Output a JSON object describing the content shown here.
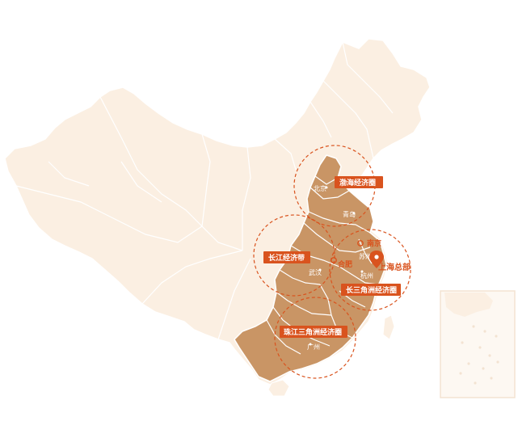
{
  "map": {
    "colors": {
      "china_fill": "#fbefe2",
      "china_border": "#ffffff",
      "covered_fill": "#c99565",
      "covered_border": "#ffffff",
      "circle_stroke": "#d9531e",
      "label_bg": "#d9531e",
      "accent": "#d9531e"
    },
    "zones": [
      {
        "label": "渤海经济圈"
      },
      {
        "label": "长江经济带"
      },
      {
        "label": "长三角洲经济圈"
      },
      {
        "label": "珠江三角洲经济圈"
      }
    ],
    "cities": [
      {
        "label": "北京"
      },
      {
        "label": "青岛"
      },
      {
        "label": "苏州"
      },
      {
        "label": "杭州"
      },
      {
        "label": "武汉"
      },
      {
        "label": "广州"
      }
    ],
    "highlight_cities": [
      {
        "label": "南京"
      },
      {
        "label": "合肥"
      }
    ],
    "headquarters": {
      "label": "上海总部",
      "icon": "location-pin-icon"
    }
  }
}
